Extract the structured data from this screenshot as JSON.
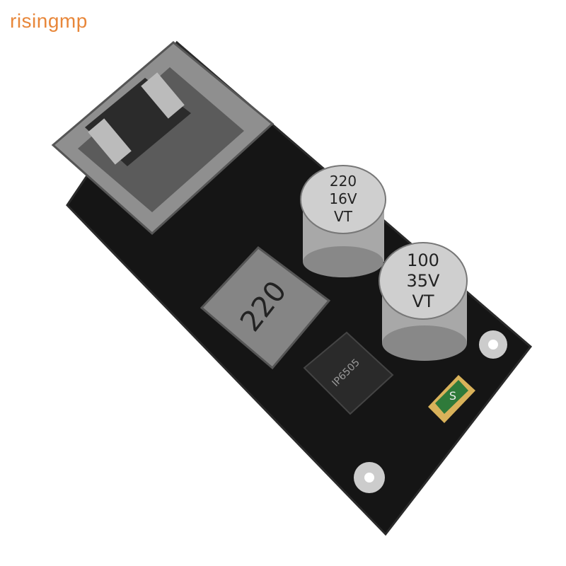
{
  "watermark": "risingmp",
  "components": {
    "cap_small": {
      "line1": "220",
      "line2": "16V",
      "line3": "VT"
    },
    "cap_large": {
      "line1": "100",
      "line2": "35V",
      "line3": "VT"
    },
    "inductor": "220",
    "chip": "IP6505",
    "fuse": "S"
  },
  "colors": {
    "pcb": "#141414",
    "metal": "#9a9a9a",
    "inductor": "#8a8a8a",
    "fuse": "#2f7a3a",
    "watermark": "#e8873a"
  }
}
